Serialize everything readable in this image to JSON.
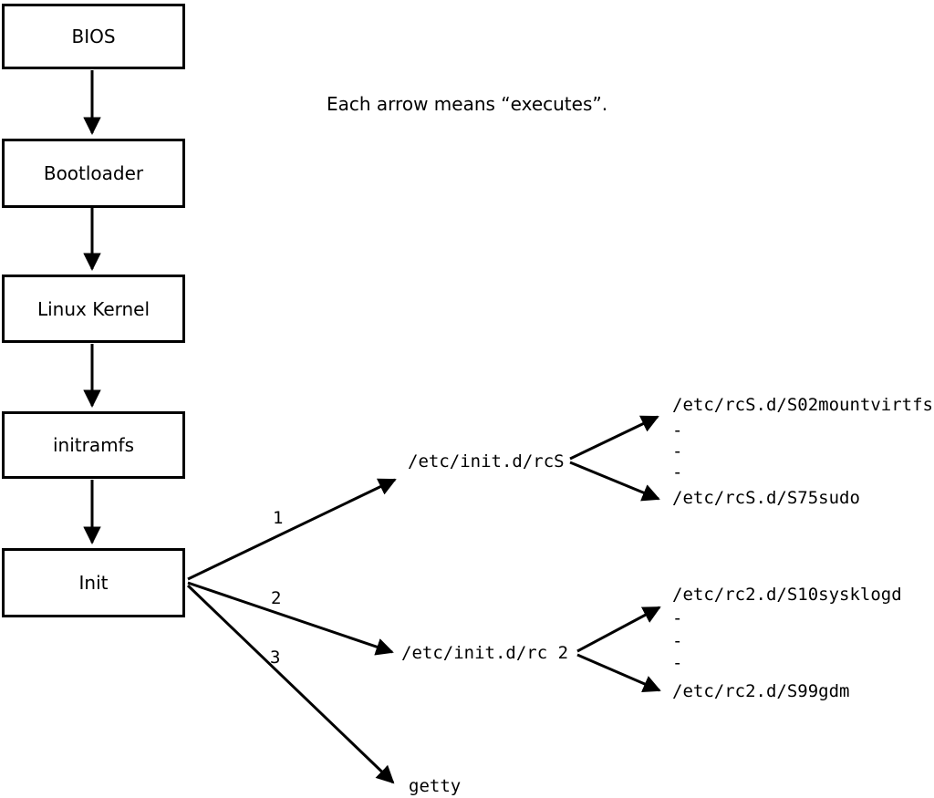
{
  "note": "Each arrow means “executes”.",
  "nodes": {
    "bios": "BIOS",
    "bootloader": "Bootloader",
    "kernel": "Linux Kernel",
    "initramfs": "initramfs",
    "init": "Init"
  },
  "edge_labels": {
    "rcs": "1",
    "rc2": "2",
    "getty": "3"
  },
  "scripts": {
    "rcs": "/etc/init.d/rcS",
    "rc2": "/etc/init.d/rc 2",
    "getty": "getty"
  },
  "rcs_children": {
    "first": "/etc/rcS.d/S02mountvirtfs",
    "ellipsis": "-",
    "last": "/etc/rcS.d/S75sudo"
  },
  "rc2_children": {
    "first": "/etc/rc2.d/S10sysklogd",
    "ellipsis": "-",
    "last": "/etc/rc2.d/S99gdm"
  },
  "colors": {
    "line": "#000000",
    "background": "#ffffff",
    "box_border": "#000000"
  }
}
